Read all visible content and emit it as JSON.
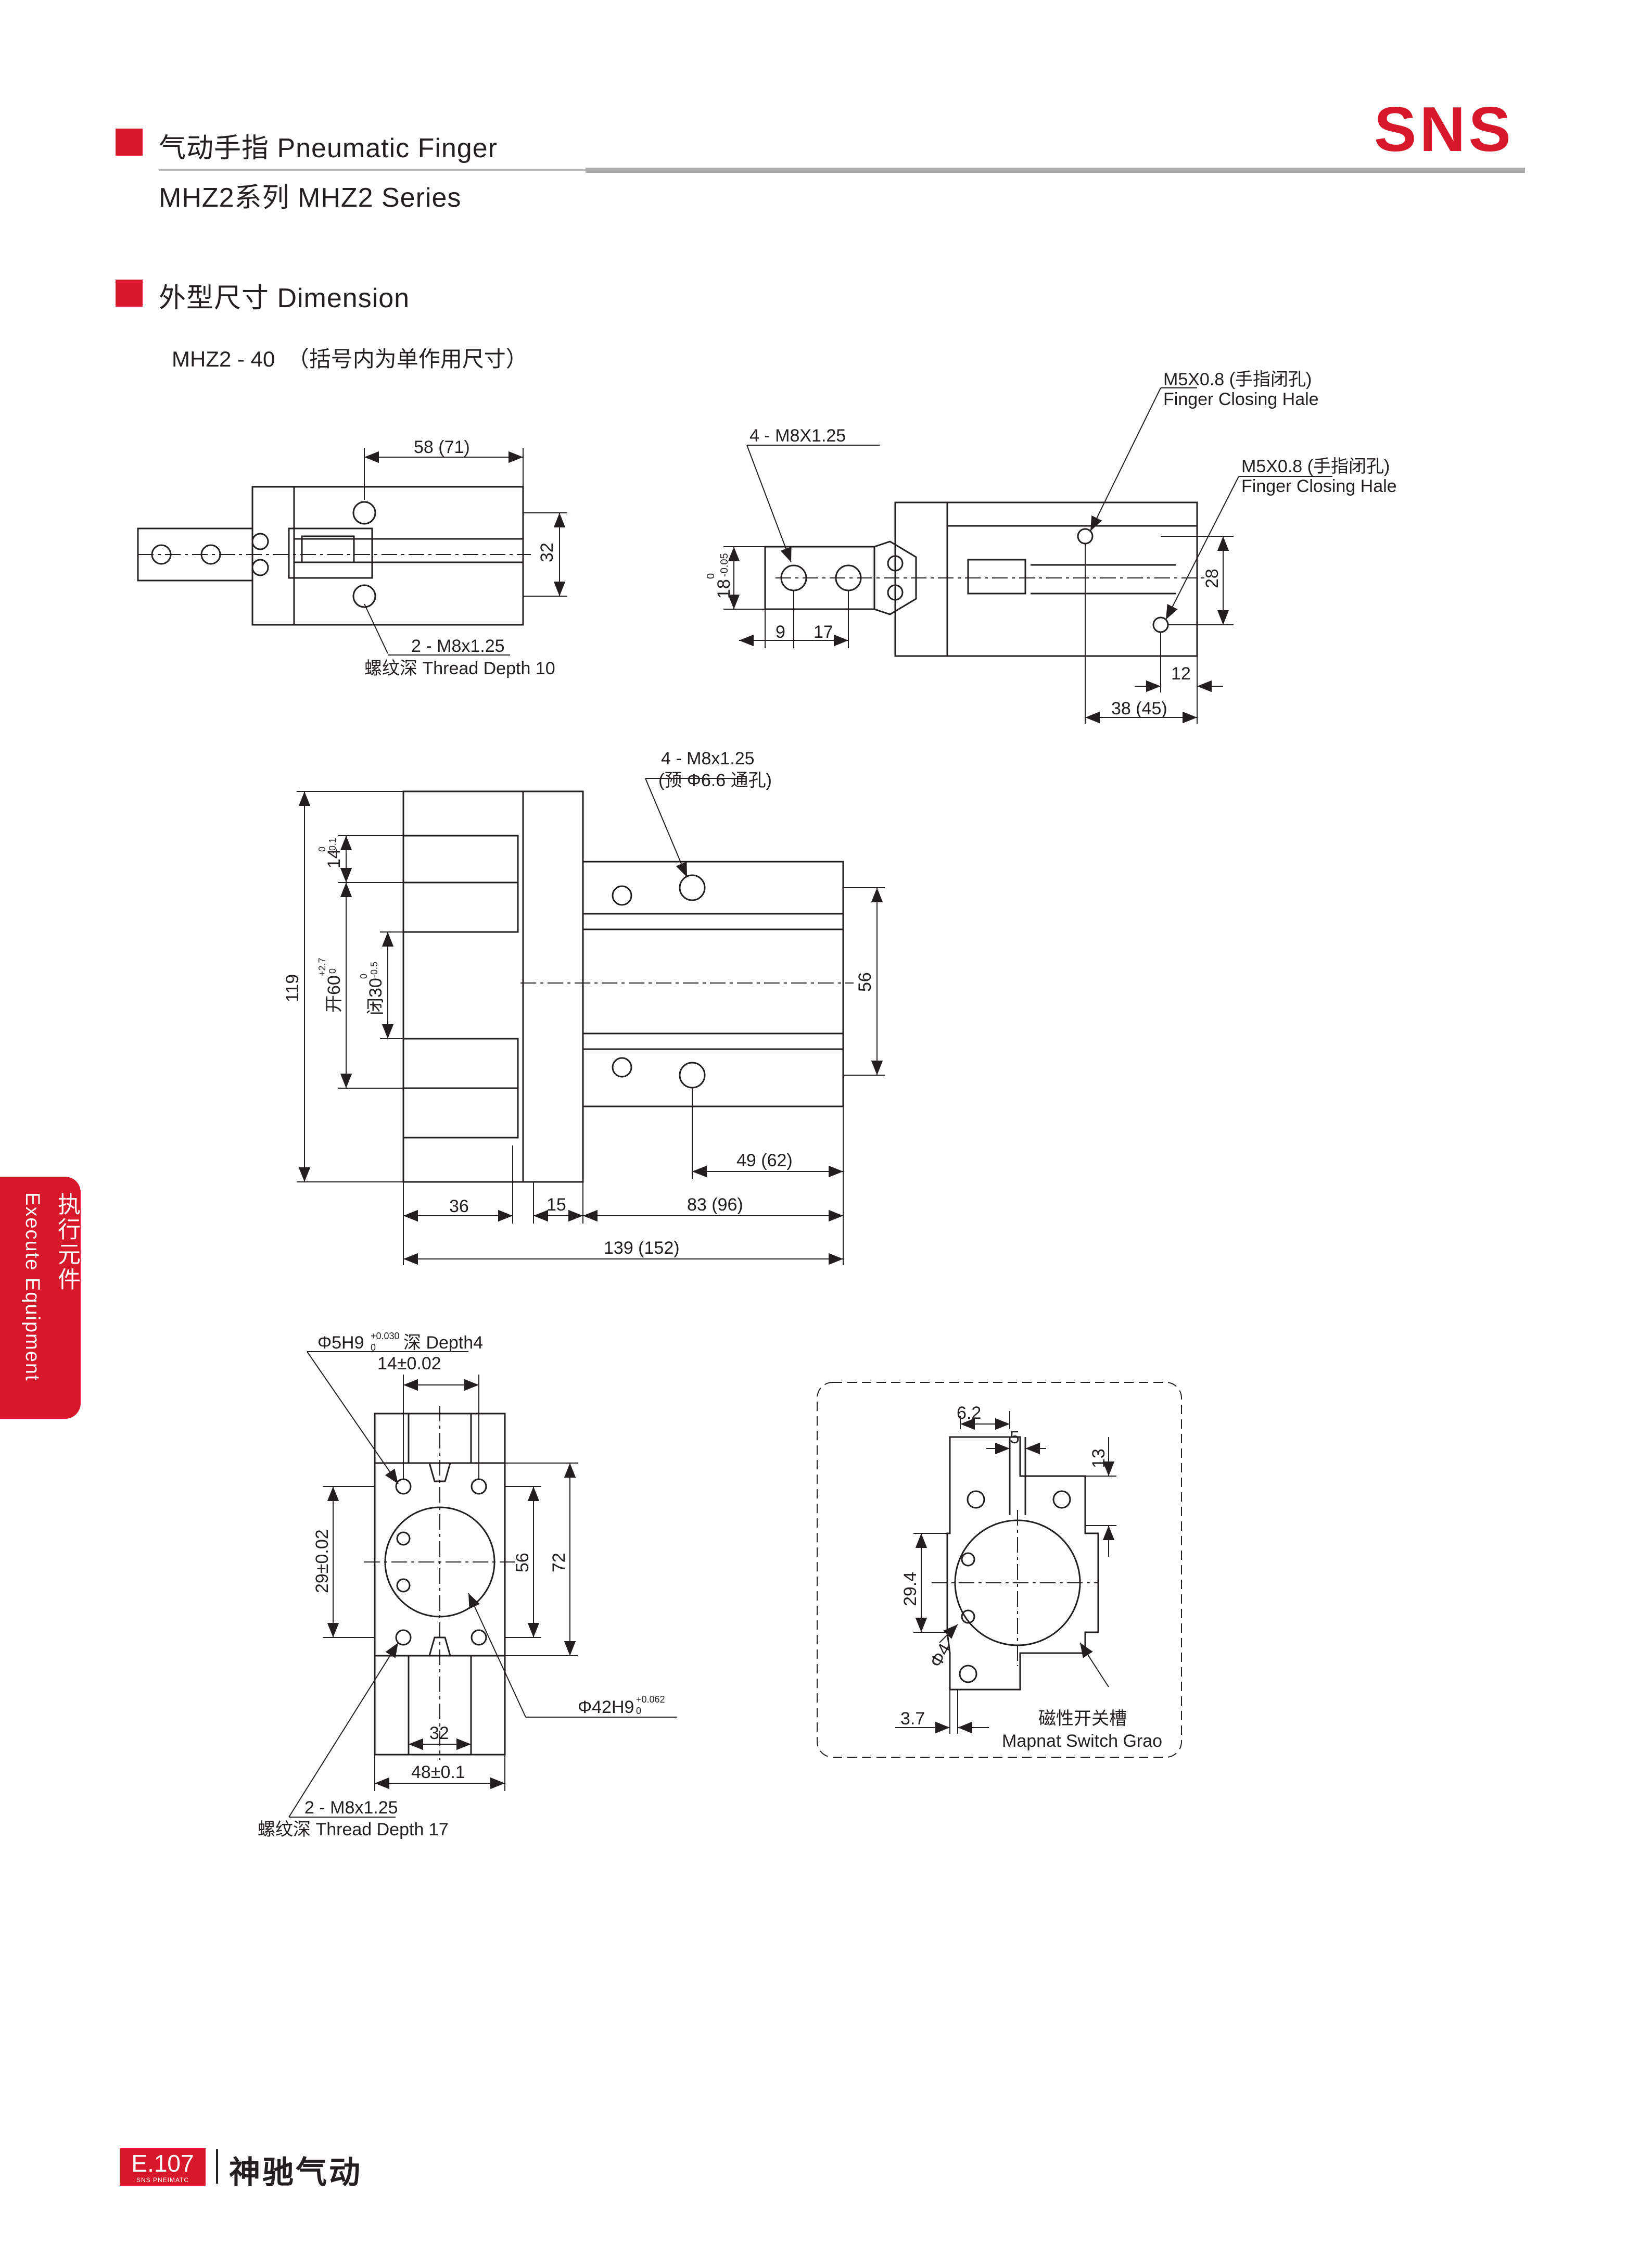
{
  "header": {
    "title": "气动手指 Pneumatic Finger",
    "series": "MHZ2系列 MHZ2 Series",
    "brand": "SNS"
  },
  "section": {
    "title": "外型尺寸 Dimension",
    "model": "MHZ2 - 40  （括号内为单作用尺寸）"
  },
  "side_tab": {
    "cn": "执行元件",
    "en": "Execute Equipment"
  },
  "footer": {
    "page": "E.107",
    "page_sub": "SNS PNEIMATC",
    "brand_cn": "神驰气动"
  },
  "drawings": {
    "top_left": {
      "dim_width": "58 (71)",
      "dim_height": "32",
      "thread_label": "2 - M8x1.25",
      "thread_depth": "螺纹深 Thread Depth 10"
    },
    "top_right": {
      "thread_label": "4 - M8X1.25",
      "closing_label_1": "M5X0.8 (手指闭孔)",
      "closing_label_1_en": "Finger Closing Hale",
      "closing_label_2": "M5X0.8 (手指闭孔)",
      "closing_label_2_en": "Finger Closing Hale",
      "dim_18": "18",
      "tol_18_top": "0",
      "tol_18_bot": "-0.05",
      "dim_9": "9",
      "dim_17": "17",
      "dim_28": "28",
      "dim_12": "12",
      "dim_38": "38 (45)"
    },
    "middle": {
      "thread_label": "4 - M8x1.25",
      "thread_note": "(预 Φ6.6 通孔)",
      "dim_119": "119",
      "dim_14": "14",
      "tol_14_top": "0",
      "tol_14_bot": "-0.1",
      "dim_open": "开60",
      "tol_open_top": "+2.7",
      "tol_open_bot": "0",
      "dim_close": "闭30",
      "tol_close_top": "0",
      "tol_close_bot": "-0.5",
      "dim_56": "56",
      "dim_49": "49 (62)",
      "dim_36": "36",
      "dim_15": "15",
      "dim_83": "83 (96)",
      "dim_139": "139 (152)"
    },
    "bottom_left": {
      "pin_label": "Φ5H9",
      "pin_tol_top": "+0.030",
      "pin_tol_bot": "0",
      "pin_depth": "深 Depth4",
      "dim_14": "14±0.02",
      "dim_29": "29±0.02",
      "dim_56": "56",
      "dim_72": "72",
      "bore_label": "Φ42H9",
      "bore_tol_top": "+0.062",
      "bore_tol_bot": "0",
      "dim_32": "32",
      "dim_48": "48±0.1",
      "thread_label": "2 - M8x1.25",
      "thread_depth": "螺纹深 Thread Depth 17"
    },
    "bottom_right": {
      "dim_6_2": "6.2",
      "dim_5": "5",
      "dim_13": "13",
      "dim_29_4": "29.4",
      "dim_phi4": "Φ4",
      "dim_3_7": "3.7",
      "groove_cn": "磁性开关槽",
      "groove_en": "Mapnat Switch Grao"
    }
  }
}
